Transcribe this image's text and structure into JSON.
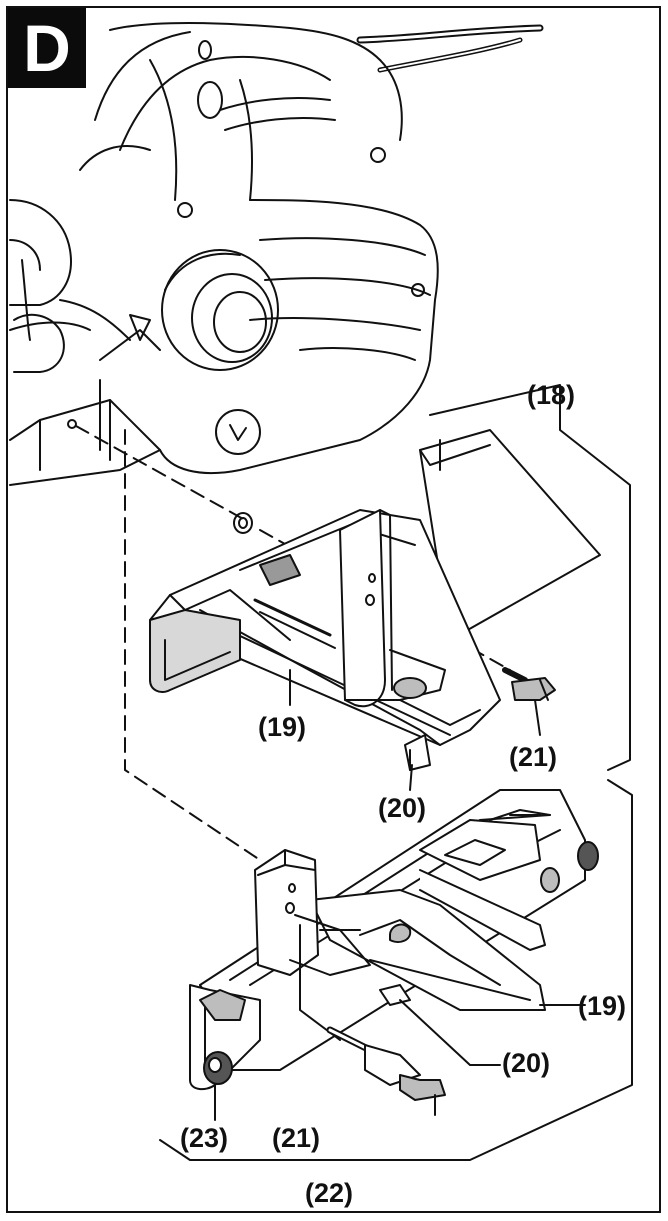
{
  "figure": {
    "panel_letter": "D",
    "callouts": {
      "c18": "(18)",
      "c19_upper": "(19)",
      "c21_upper": "(21)",
      "c20_upper": "(20)",
      "c19_lower": "(19)",
      "c20_lower": "(20)",
      "c23": "(23)",
      "c21_lower": "(21)",
      "c22": "(22)"
    },
    "colors": {
      "ink": "#111111",
      "shade": "#bdbdbd",
      "background": "#ffffff"
    }
  }
}
